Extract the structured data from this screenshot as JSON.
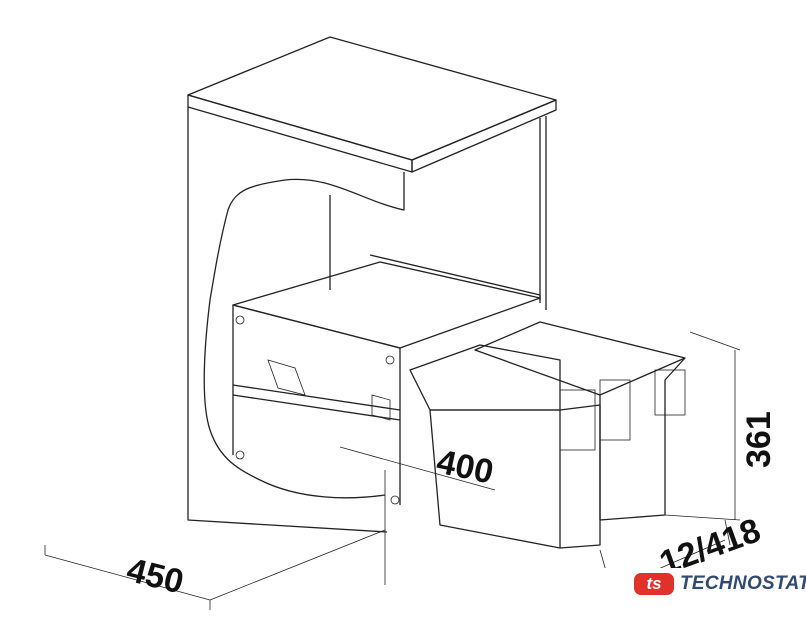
{
  "dimensions": {
    "width": "450",
    "depth": "400",
    "height": "361",
    "cabinet_width": "12/418"
  },
  "logo": {
    "mark": "ts",
    "name": "TECHNOSTATUS",
    "colors": {
      "mark": "#e0312b",
      "text": "#2f4a73"
    }
  }
}
